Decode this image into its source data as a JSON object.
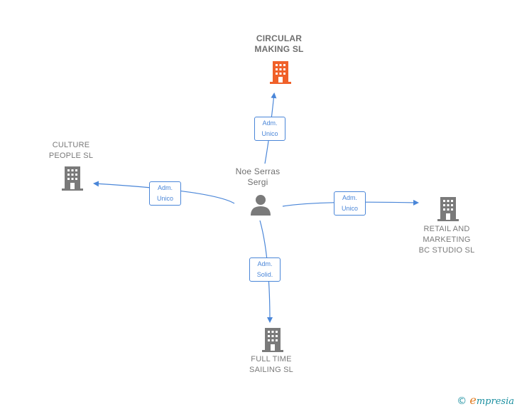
{
  "diagram": {
    "center": {
      "name": "Noe Serras\nSergi"
    },
    "companies": [
      {
        "id": "circular",
        "name": "CIRCULAR\nMAKING  SL",
        "highlight": true
      },
      {
        "id": "culture",
        "name": "CULTURE\nPEOPLE  SL",
        "highlight": false
      },
      {
        "id": "retail",
        "name": "RETAIL AND\nMARKETING\nBC STUDIO  SL",
        "highlight": false
      },
      {
        "id": "fulltime",
        "name": "FULL TIME\nSAILING  SL",
        "highlight": false
      }
    ],
    "relations": [
      {
        "to": "circular",
        "label": "Adm.\nUnico"
      },
      {
        "to": "culture",
        "label": "Adm.\nUnico"
      },
      {
        "to": "retail",
        "label": "Adm.\nUnico"
      },
      {
        "to": "fulltime",
        "label": "Adm.\nSolid."
      }
    ]
  },
  "colors": {
    "edge": "#4a86d8",
    "building": "#7a7a7a",
    "building_highlight": "#f0612a",
    "person": "#7a7a7a"
  },
  "footer": {
    "copyright": "©",
    "brand_e": "e",
    "brand_rest": "mpresia"
  }
}
